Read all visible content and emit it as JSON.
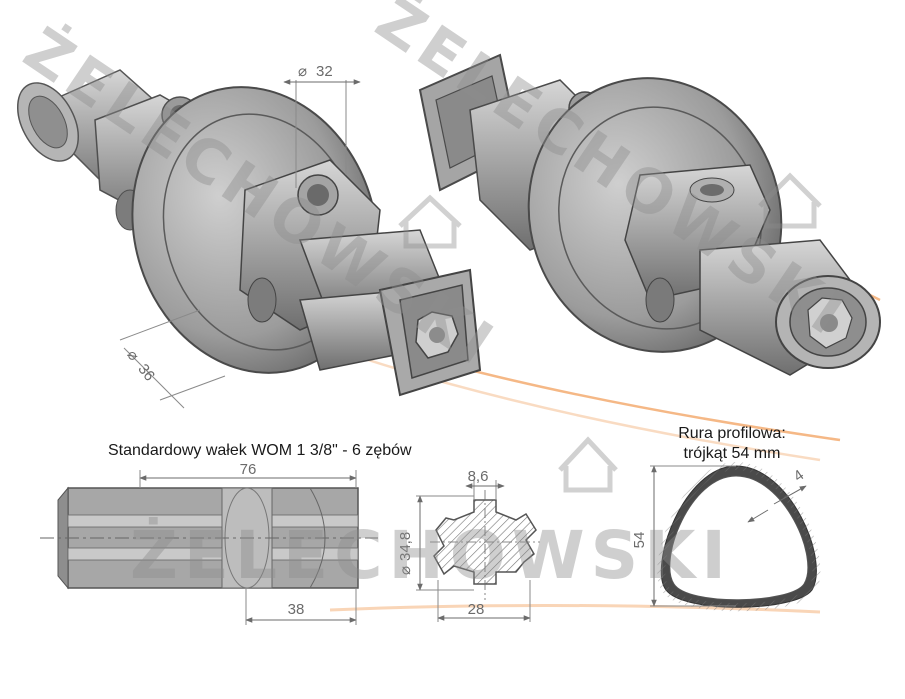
{
  "watermark": {
    "text": "ŻELECHOWSKI"
  },
  "dimensions": {
    "bore_diameter": "32",
    "outer_diameter": "36",
    "shaft_length": "76",
    "shaft_groove_length": "38",
    "spline_width": "8,6",
    "spline_diameter": "34,8",
    "spline_inner": "28",
    "tube_size": "54",
    "tube_wall": "4"
  },
  "captions": {
    "shaft": "Standardowy wałek WOM 1 3/8\" - 6 zębów",
    "tube_line1": "Rura profilowa:",
    "tube_line2": "trójkąt 54 mm"
  },
  "symbols": {
    "diameter": "⌀"
  },
  "colors": {
    "metal": "#9a9a9a",
    "metal_dark": "#6e6e6e",
    "metal_light": "#c4c4c4",
    "accent_orange": "#f2a15e",
    "hatch": "#777777"
  }
}
